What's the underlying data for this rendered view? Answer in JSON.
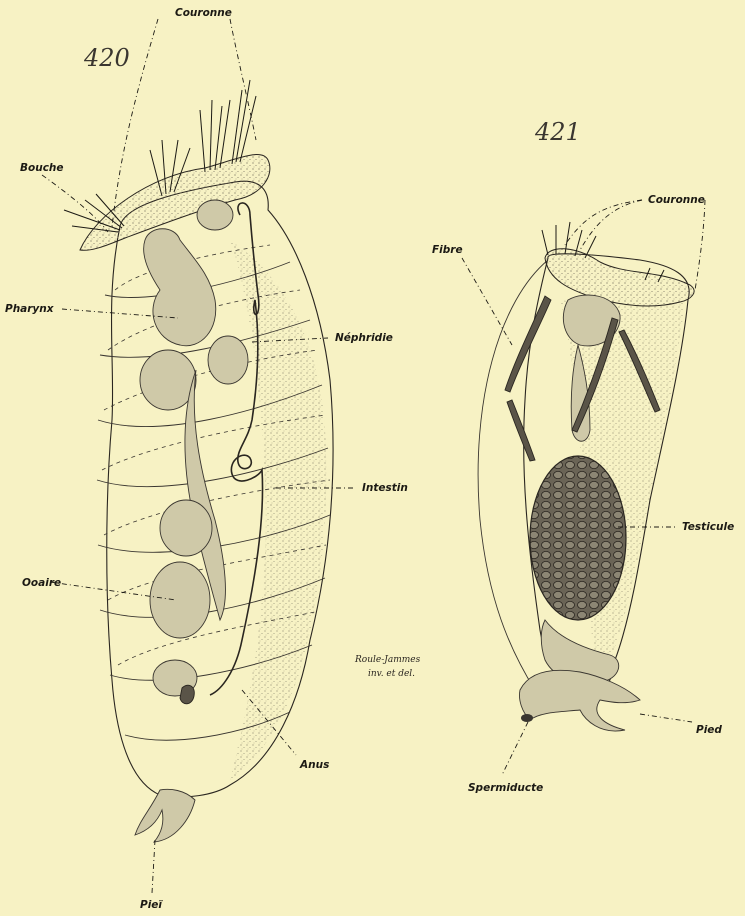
{
  "figures": [
    {
      "number": "420",
      "labels": {
        "couronne": "Couronne",
        "bouche": "Bouche",
        "pharynx": "Pharynx",
        "nephridie": "Néphridie",
        "intestin": "Intestin",
        "ovaire": "Ooaire",
        "anus": "Anus",
        "pied": "Pieï"
      }
    },
    {
      "number": "421",
      "labels": {
        "couronne": "Couronne",
        "fibre": "Fibre",
        "testicule": "Testicule",
        "spermiducte": "Spermiducte",
        "pied": "Pied"
      }
    }
  ],
  "signature": [
    "Roule-Jammes",
    "inv. et del."
  ],
  "colors": {
    "paper": "#f7f2c4",
    "ink": "#1c1a14",
    "stipple": "#8a8470"
  }
}
